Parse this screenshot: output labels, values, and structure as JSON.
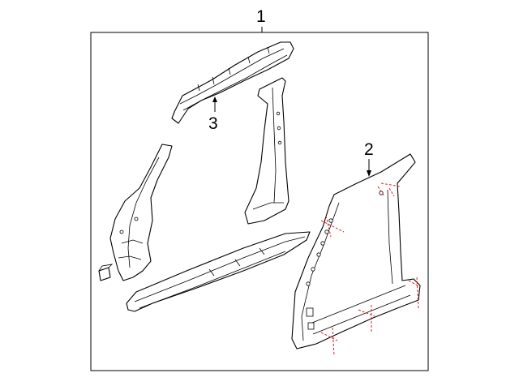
{
  "callouts": [
    {
      "id": "assembly",
      "label": "1"
    },
    {
      "id": "outer-side-panel",
      "label": "2"
    },
    {
      "id": "roof-rail-reinforcement",
      "label": "3"
    }
  ],
  "colors": {
    "linework": "#000000",
    "cut_lines": "#e02020",
    "background": "#ffffff"
  }
}
